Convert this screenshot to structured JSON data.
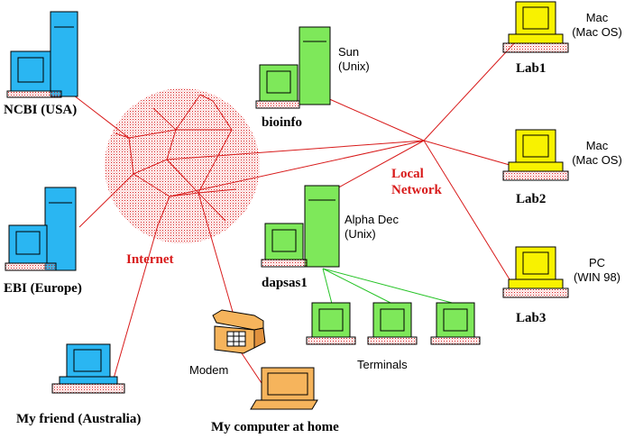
{
  "colors": {
    "internet_link": "#d81a1a",
    "terminal_link": "#26c326",
    "server_blue": "#2ab6f2",
    "unix_green": "#7ee85a",
    "mac_yellow": "#f8f200",
    "home_orange": "#f6b45c"
  },
  "clouds": {
    "internet": {
      "label": "Internet"
    }
  },
  "networks": {
    "local": {
      "label_line1": "Local",
      "label_line2": "Network"
    }
  },
  "nodes": {
    "ncbi": {
      "label": "NCBI (USA)",
      "icon": "tower-computer-icon"
    },
    "ebi": {
      "label": "EBI (Europe)",
      "icon": "tower-computer-icon"
    },
    "friend": {
      "label": "My friend (Australia)",
      "icon": "desktop-computer-icon"
    },
    "modem": {
      "label": "Modem",
      "icon": "modem-phone-icon"
    },
    "home": {
      "label": "My computer at home",
      "icon": "laptop-icon"
    },
    "bioinfo": {
      "label": "bioinfo",
      "os_line1": "Sun",
      "os_line2": "(Unix)",
      "icon": "tower-computer-icon"
    },
    "dapsas1": {
      "label": "dapsas1",
      "os_line1": "Alpha Dec",
      "os_line2": "(Unix)",
      "icon": "tower-computer-icon"
    },
    "lab1": {
      "label": "Lab1",
      "os_line1": "Mac",
      "os_line2": "(Mac OS)",
      "icon": "mac-computer-icon"
    },
    "lab2": {
      "label": "Lab2",
      "os_line1": "Mac",
      "os_line2": "(Mac OS)",
      "icon": "mac-computer-icon"
    },
    "lab3": {
      "label": "Lab3",
      "os_line1": "PC",
      "os_line2": "(WIN 98)",
      "icon": "pc-computer-icon"
    },
    "terminals": {
      "label": "Terminals",
      "icon": "terminal-icon"
    }
  }
}
